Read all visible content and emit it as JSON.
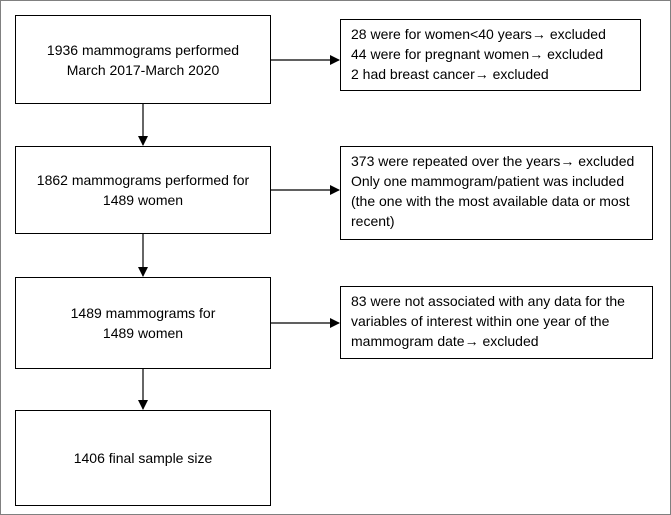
{
  "main_steps": [
    {
      "lines": [
        "1936 mammograms performed",
        "March 2017-March 2020"
      ]
    },
    {
      "lines": [
        "1862 mammograms performed for",
        "1489 women"
      ]
    },
    {
      "lines": [
        "1489 mammograms for",
        "1489 women"
      ]
    },
    {
      "lines": [
        "1406 final sample size"
      ]
    }
  ],
  "exclusions": [
    {
      "lines": [
        "28 were for women<40 years→ excluded",
        "44 were for pregnant women→ excluded",
        "2 had breast cancer→ excluded"
      ]
    },
    {
      "lines": [
        "373 were repeated over the years→ excluded",
        "Only one mammogram/patient was included",
        "(the one with the most available data or most recent)"
      ]
    },
    {
      "lines": [
        "83 were not associated with any data for the",
        "variables of interest within one year of the",
        "mammogram date→ excluded"
      ]
    }
  ],
  "colors": {
    "border": "#000000",
    "frame": "#808080",
    "background": "#ffffff"
  }
}
